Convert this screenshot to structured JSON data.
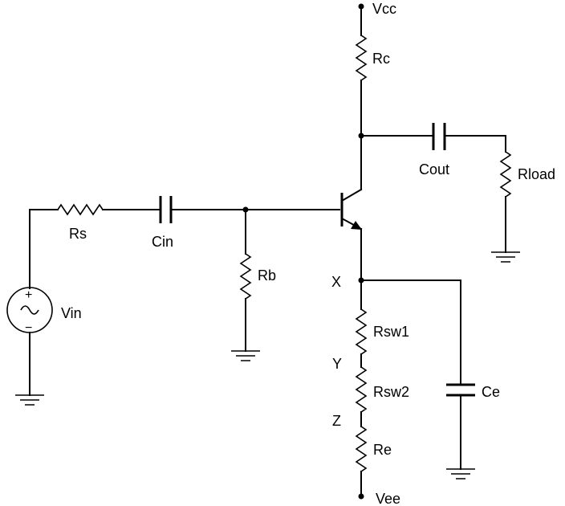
{
  "labels": {
    "vcc": "Vcc",
    "vee": "Vee",
    "rc": "Rc",
    "cout": "Cout",
    "rload": "Rload",
    "rs": "Rs",
    "cin": "Cin",
    "rb": "Rb",
    "vin": "Vin",
    "vin_plus": "+",
    "vin_minus": "−",
    "node_x": "X",
    "node_y": "Y",
    "node_z": "Z",
    "rsw1": "Rsw1",
    "rsw2": "Rsw2",
    "re": "Re",
    "ce": "Ce"
  }
}
